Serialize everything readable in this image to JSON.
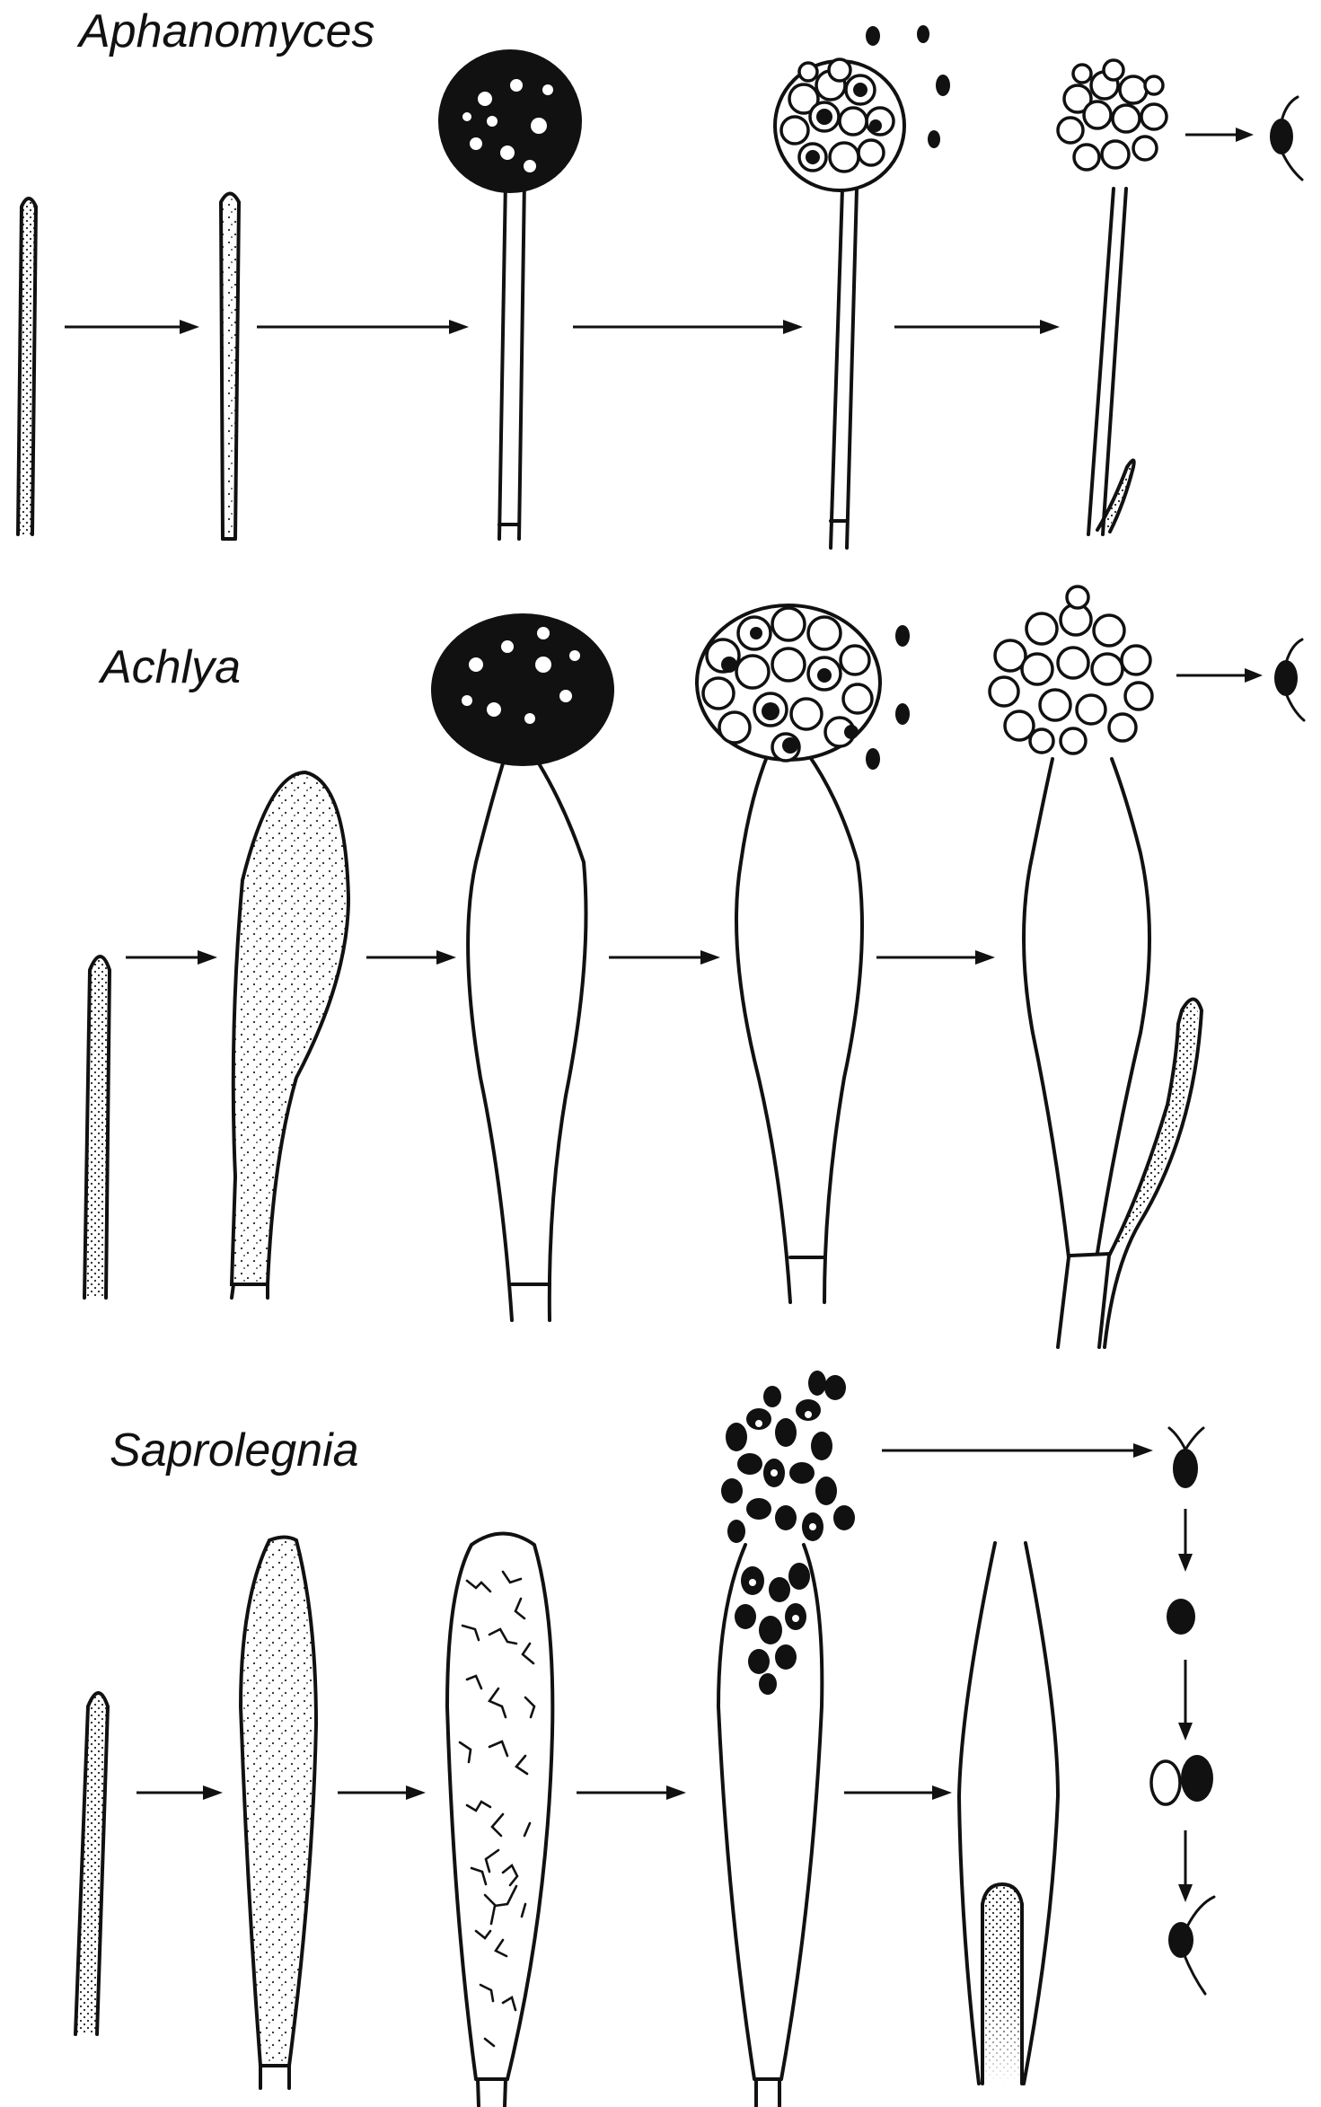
{
  "figure": {
    "rows": [
      {
        "id": "aphanomyces",
        "genus": "Aphanomyces"
      },
      {
        "id": "achlya",
        "genus": "Achlya"
      },
      {
        "id": "saprolegnia",
        "genus": "Saprolegnia"
      }
    ]
  },
  "style": {
    "ink": "#111111",
    "background": "#ffffff"
  }
}
